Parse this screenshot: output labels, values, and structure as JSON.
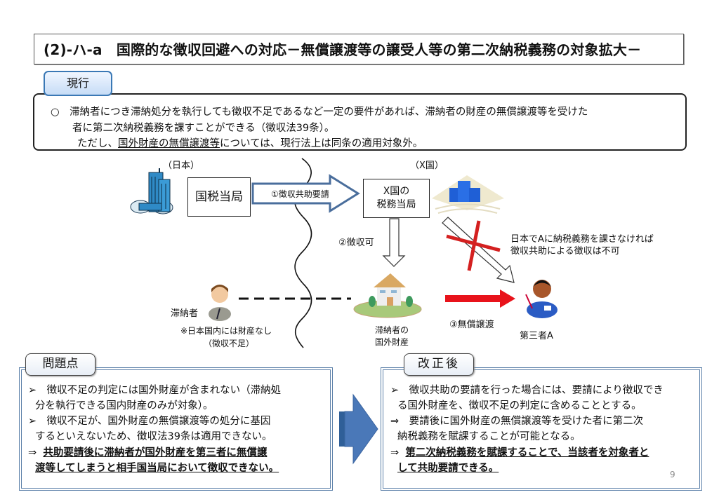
{
  "title": "(2)-ハ-a　国際的な徴収回避への対応－無償譲渡等の譲受人等の第二次納税義務の対象拡大－",
  "current": {
    "tab_label": "現行",
    "line1": "○　滞納者につき滞納処分を執行しても徴収不足であるなど一定の要件があれば、滞納者の財産の無償譲渡等を受けた",
    "line2": "者に第二次納税義務を課すことができる（徴収法39条）。",
    "line3_prefix": "ただし、",
    "line3_underlined": "国外財産の無償譲渡等",
    "line3_suffix": "については、現行法上は同条の適用対象外。"
  },
  "diagram": {
    "japan_label": "（日本）",
    "x_country_label": "（X国）",
    "japan_authority": "国税当局",
    "x_authority_line1": "X国の",
    "x_authority_line2": "税務当局",
    "step1": "①徴収共助要請",
    "step2": "②徴収可",
    "step3": "③無償譲渡",
    "blocked_note_line1": "日本でAに納税義務を課さなければ",
    "blocked_note_line2": "徴収共助による徴収は不可",
    "delinquent_label": "滞納者",
    "delinquent_note_line1": "※日本国内には財産なし",
    "delinquent_note_line2": "（徴収不足）",
    "foreign_property_line1": "滞納者の",
    "foreign_property_line2": "国外財産",
    "third_party_label": "第三者A"
  },
  "problem": {
    "tab_label": "問題点",
    "lines": [
      "➢　徴収不足の判定には国外財産が含まれない（滞納処",
      "分を執行できる国内財産のみが対象）。",
      "➢　徴収不足が、国外財産の無償譲渡等の処分に基因",
      "するといえないため、徴収法39条は適用できない。"
    ],
    "arrow": "⇒",
    "bold_line1": "共助要請後に滞納者が国外財産を第三者に無償譲",
    "bold_line2": "渡等してしまうと相手国当局において徴収できない。"
  },
  "after": {
    "tab_label": "改正後",
    "lines": [
      "➢　徴収共助の要請を行った場合には、要請により徴収でき",
      "る国外財産を、徴収不足の判定に含めることとする。",
      "⇒　要請後に国外財産の無償譲渡等を受けた者に第二次",
      "納税義務を賦課することが可能となる。"
    ],
    "arrow": "⇒",
    "bold_line1": "第二次納税義務を賦課することで、当該者を対象者と",
    "bold_line2": "して共助要請できる。"
  },
  "page_number": "9",
  "colors": {
    "tab_blue": "#3a78b5",
    "panel_border": "#5a7fa8",
    "arrow_blue": "#4a78b8",
    "red_arrow": "#e8131b",
    "red_cross": "#d42020"
  }
}
